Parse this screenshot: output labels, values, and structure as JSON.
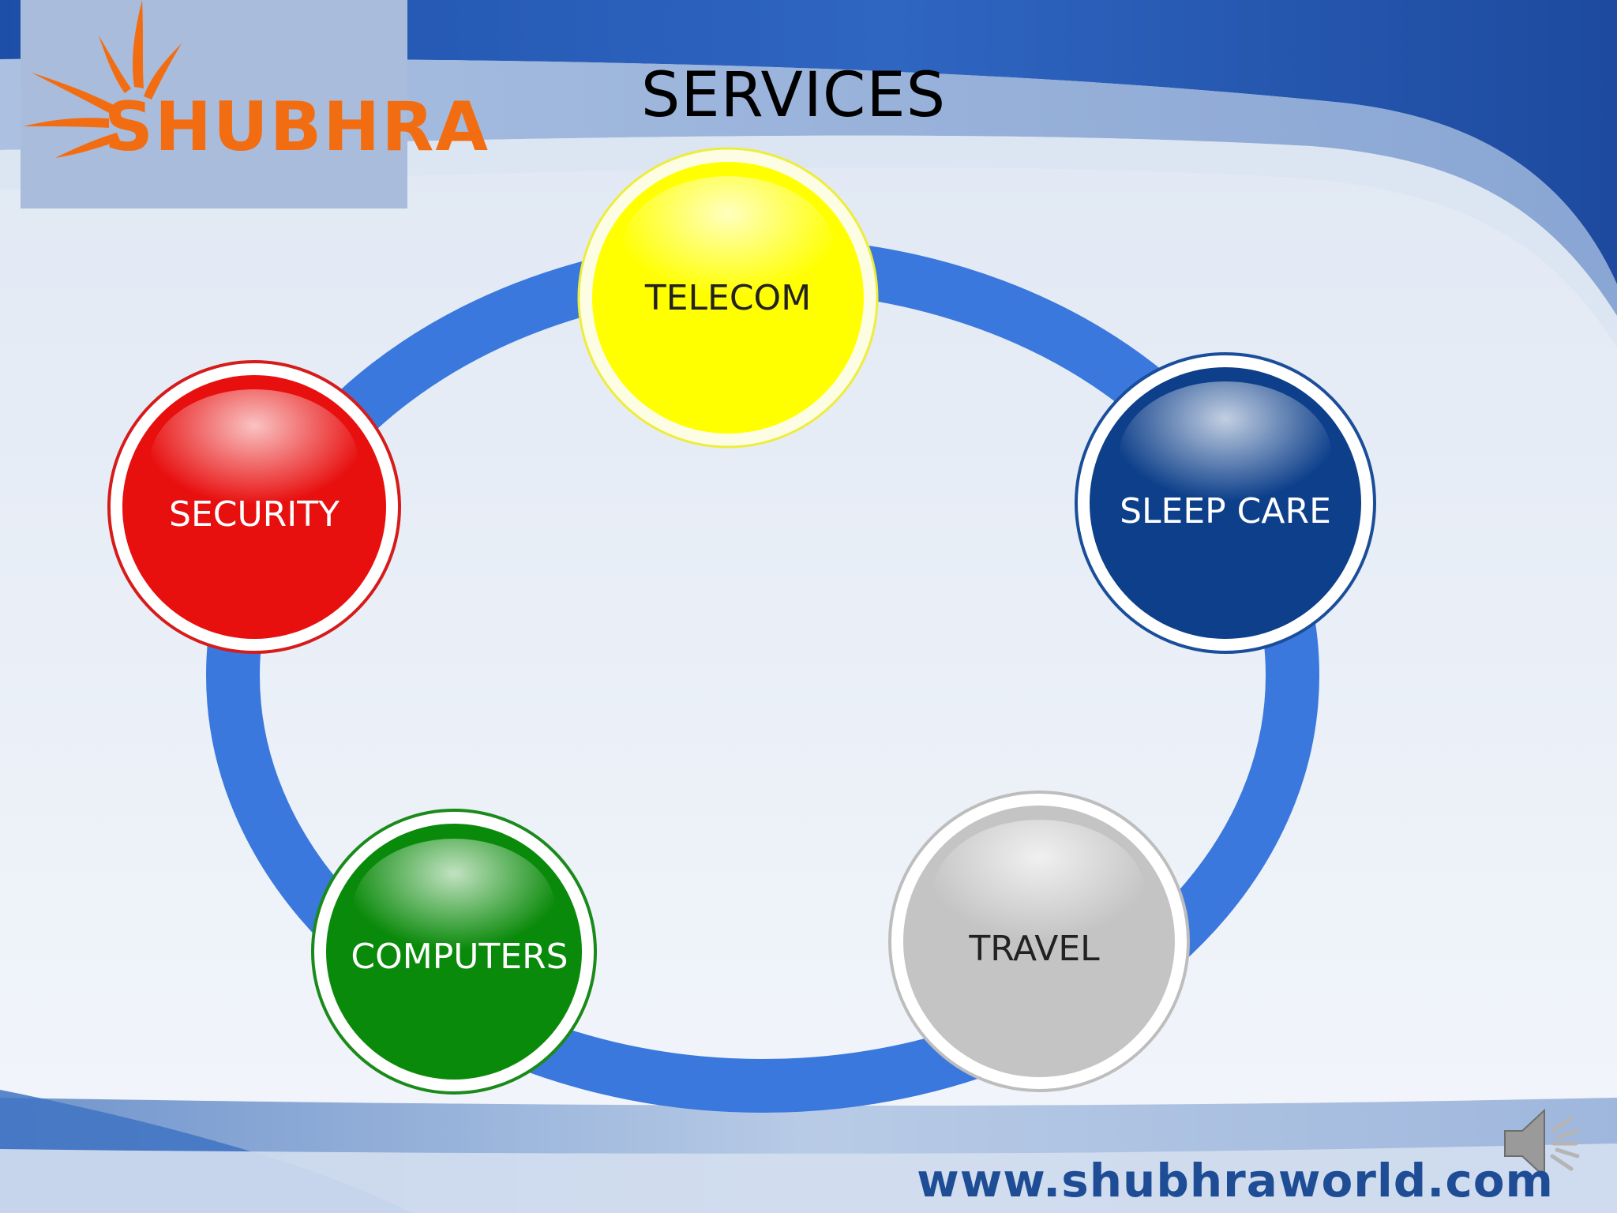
{
  "slide": {
    "title": "SERVICES",
    "logo_text": "SHUBHRA",
    "url": "www.shubhraworld.com",
    "icons": {
      "logo": "sun-rays-logo",
      "audio": "speaker-icon"
    }
  },
  "diagram": {
    "type": "cycle",
    "ring_color": "#3a78dd",
    "nodes": [
      {
        "id": "telecom",
        "label": "TELECOM",
        "color": "#ffff00",
        "text_color": "#222222"
      },
      {
        "id": "sleep-care",
        "label": "SLEEP CARE",
        "color": "#0d3f8a",
        "text_color": "#ffffff"
      },
      {
        "id": "travel",
        "label": "TRAVEL",
        "color": "#c4c4c4",
        "text_color": "#222222"
      },
      {
        "id": "computers",
        "label": "COMPUTERS",
        "color": "#0a8a0a",
        "text_color": "#ffffff"
      },
      {
        "id": "security",
        "label": "SECURITY",
        "color": "#e80f0f",
        "text_color": "#ffffff"
      }
    ]
  },
  "colors": {
    "logo_orange": "#f26d12",
    "url_blue": "#1e4d96"
  }
}
